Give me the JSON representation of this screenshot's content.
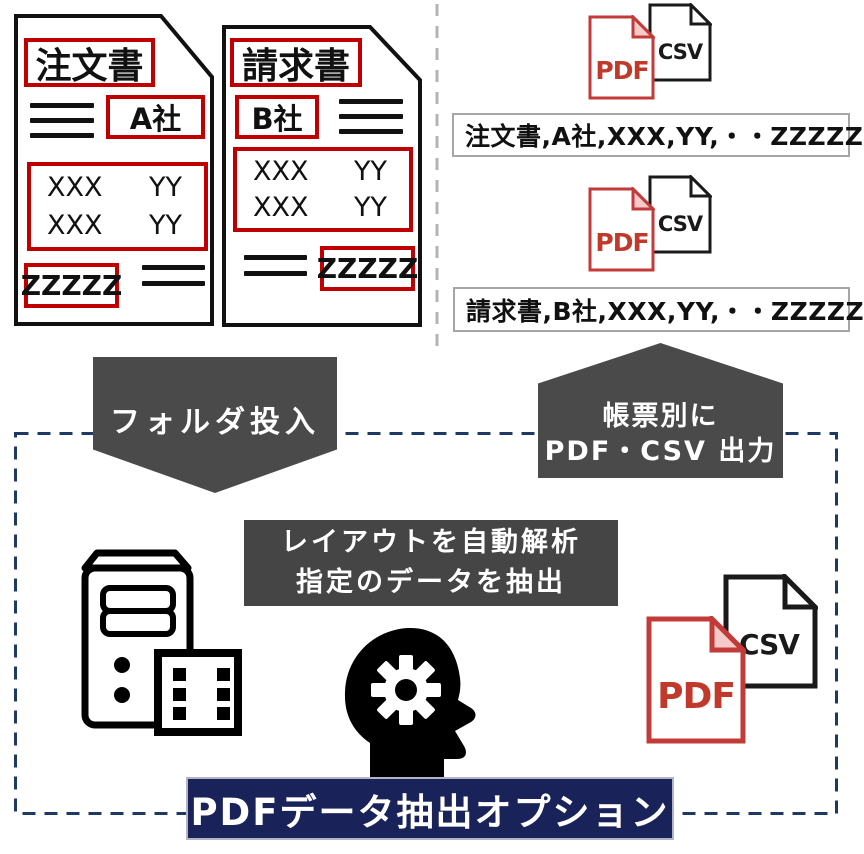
{
  "colors": {
    "annotation_red": "#c00000",
    "pdf_icon_red": "#c23b38",
    "pdf_fold_pink": "#f6caca",
    "arrow_dark_gray": "#4a4a4a",
    "process_gray": "#454545",
    "banner_navy": "#1a2359",
    "dashed_border_navy": "#1f3864",
    "divider_gray": "#b3b3b3",
    "line_box_border": "#a6a6a6"
  },
  "documents": [
    {
      "title": "注文書",
      "company": "A社",
      "rows": [
        [
          "XXX",
          "YY"
        ],
        [
          "XXX",
          "YY"
        ]
      ],
      "footer": "ZZZZZ"
    },
    {
      "title": "請求書",
      "company": "B社",
      "rows": [
        [
          "XXX",
          "YY"
        ],
        [
          "XXX",
          "YY"
        ]
      ],
      "footer": "ZZZZZ"
    }
  ],
  "icons": {
    "pdf": "PDF",
    "csv": "CSV"
  },
  "outputs": [
    {
      "line": "注文書,A社,XXX,YY,・・ZZZZZ"
    },
    {
      "line": "請求書,B社,XXX,YY,・・ZZZZZ"
    }
  ],
  "arrows": {
    "input_label": "フォルダ投入",
    "output_label_line1": "帳票別に",
    "output_label_line2": "PDF・CSV 出力"
  },
  "process": {
    "line1": "レイアウトを自動解析",
    "line2": "指定のデータを抽出"
  },
  "banner": {
    "title": "PDFデータ抽出オプション"
  }
}
